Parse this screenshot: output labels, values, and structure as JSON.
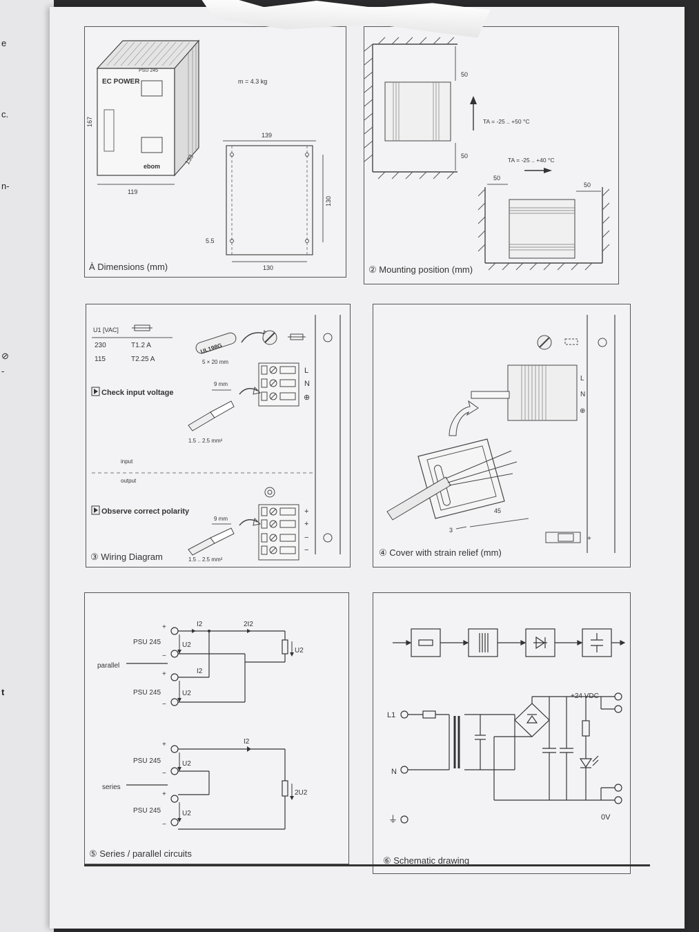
{
  "left_page": {
    "marks": [
      "e",
      "c.",
      "n-",
      "⊘",
      "-",
      "t"
    ]
  },
  "panel1": {
    "caption": "À Dimensions (mm)",
    "mass": "m = 4.3 kg",
    "brand": "EC POWER",
    "model": "PSU 245",
    "logo": "ebom",
    "dim_height": "167",
    "dim_width": "119",
    "dim_depth": "133",
    "dim_top": "139",
    "dim_bottom": "130",
    "dim_side": "130",
    "dim_hole": "5.5"
  },
  "panel2": {
    "caption": "② Mounting position (mm)",
    "clear_top": "50",
    "clear_bottom": "50",
    "temp_vertical": "TA = -25 .. +50 °C",
    "temp_horizontal": "TA = -25 .. +40 °C",
    "clear_left": "50",
    "clear_right": "50"
  },
  "panel3": {
    "caption": "③ Wiring Diagram",
    "table_header": "U1 [VAC]",
    "rows": [
      {
        "voltage": "230",
        "fuse": "T1.2 A"
      },
      {
        "voltage": "115",
        "fuse": "T2.25 A"
      }
    ],
    "fuse_type": "UL198G",
    "fuse_size": "5 × 20 mm",
    "check_label": "Check input voltage",
    "strip_length": "9 mm",
    "wire_gauge": "1.5 .. 2.5 mm²",
    "input_label": "input",
    "output_label": "output",
    "terminals_in": [
      "L",
      "N",
      "⊕"
    ],
    "terminals_out": [
      "+",
      "+",
      "−",
      "−"
    ],
    "polarity_label": "Observe correct polarity",
    "strip_length_out": "9 mm",
    "wire_gauge_out": "1.5 .. 2.5 mm²"
  },
  "panel4": {
    "caption": "④ Cover with strain relief (mm)",
    "terminals": [
      "L",
      "N",
      "⊕"
    ],
    "dim_a": "3",
    "dim_b": "45",
    "plus": "+"
  },
  "panel5": {
    "caption": "⑤ Series / parallel circuits",
    "parallel_label": "parallel",
    "series_label": "series",
    "unit_label": "PSU 245",
    "i2": "I2",
    "two_i2": "2I2",
    "u2": "U2",
    "two_u2": "2U2",
    "plus": "+",
    "minus": "−"
  },
  "panel6": {
    "caption": "⑥ Schematic drawing",
    "out_voltage": "+24 VDC",
    "l1": "L1",
    "n": "N",
    "zero_v": "0V",
    "earth": "⏚"
  }
}
